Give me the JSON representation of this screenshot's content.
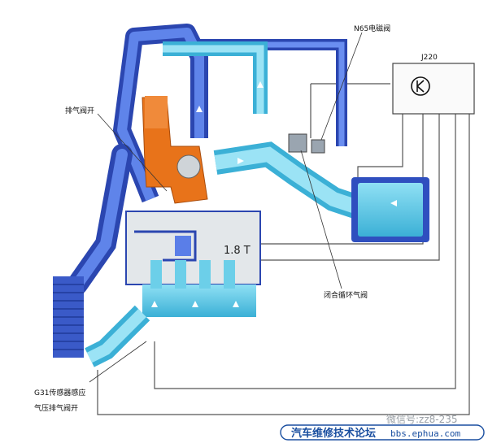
{
  "labels": {
    "ecu": "J220",
    "n65": "N65电磁阀",
    "wastegate": "排气阀开",
    "engine": "1.8 T",
    "recirc_valve": "闭合循环气阀",
    "g31_line1": "G31传感器感应",
    "g31_line2": "气压排气阀开",
    "watermark": "微信号:zz8-235",
    "footer_cn": "汽车维修技术论坛",
    "footer_url": "bbs.ephua.com"
  },
  "colors": {
    "pipe_blue": "#3b5fd0",
    "pipe_light": "#5ac8e6",
    "turbo_orange": "#e8731a",
    "engine_gray": "#dfe3e6"
  }
}
